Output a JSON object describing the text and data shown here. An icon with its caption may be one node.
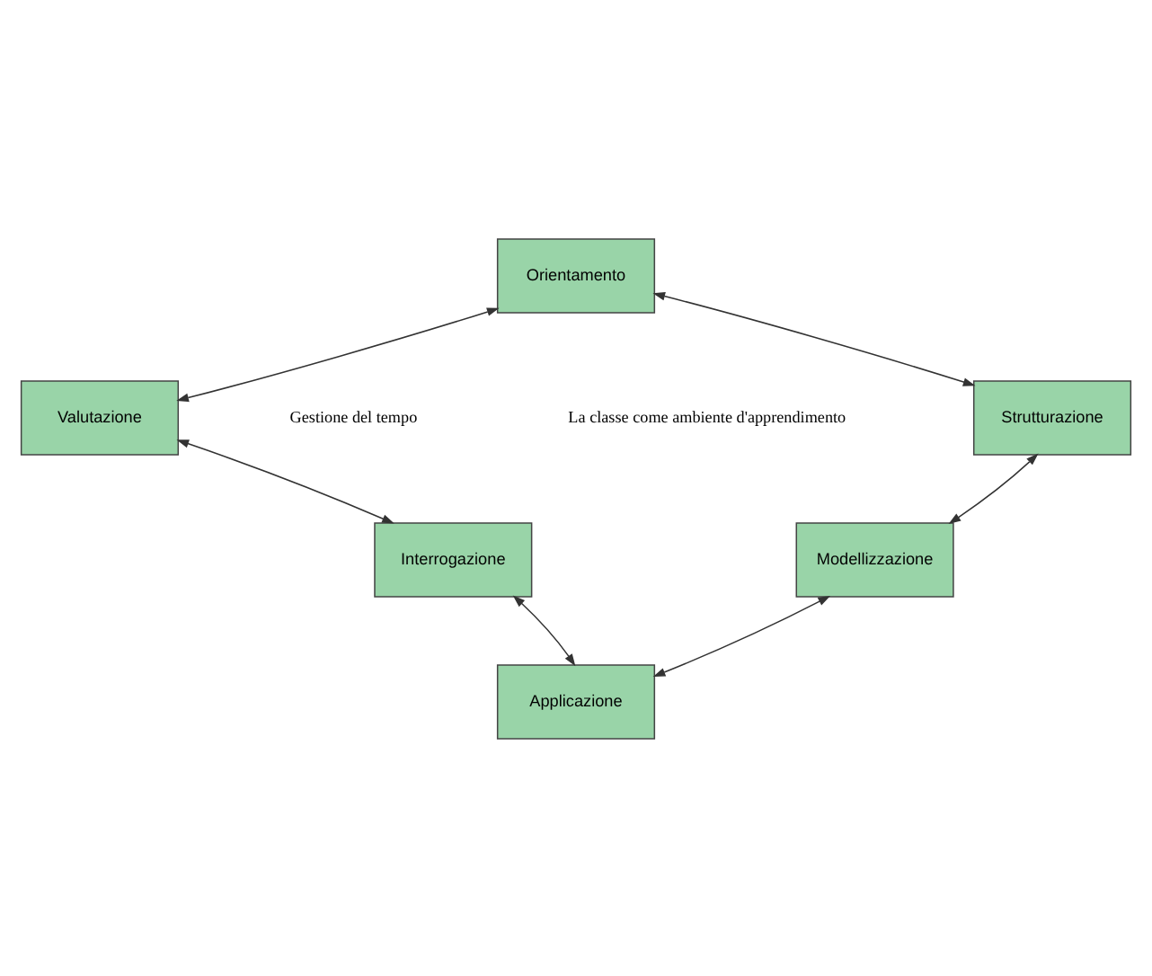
{
  "diagram": {
    "nodes": [
      {
        "text": [
          "Orientamento"
        ]
      },
      {
        "text": [
          "Strutturazione"
        ]
      },
      {
        "text": [
          "Modellizzazione"
        ]
      },
      {
        "text": [
          "Applicazione"
        ]
      },
      {
        "text": [
          "Interrogazione"
        ]
      },
      {
        "text": [
          "Valutazione"
        ]
      }
    ],
    "edges": [
      {
        "from": 0,
        "to": 1,
        "arrow": "both"
      },
      {
        "from": 1,
        "to": 2,
        "arrow": "both"
      },
      {
        "from": 2,
        "to": 3,
        "arrow": "both"
      },
      {
        "from": 3,
        "to": 4,
        "arrow": "both"
      },
      {
        "from": 4,
        "to": 5,
        "arrow": "both"
      },
      {
        "from": 5,
        "to": 0,
        "arrow": "both"
      }
    ],
    "labels": [
      "Gestione del tempo",
      "La classe come ambiente d'apprendimento"
    ]
  }
}
